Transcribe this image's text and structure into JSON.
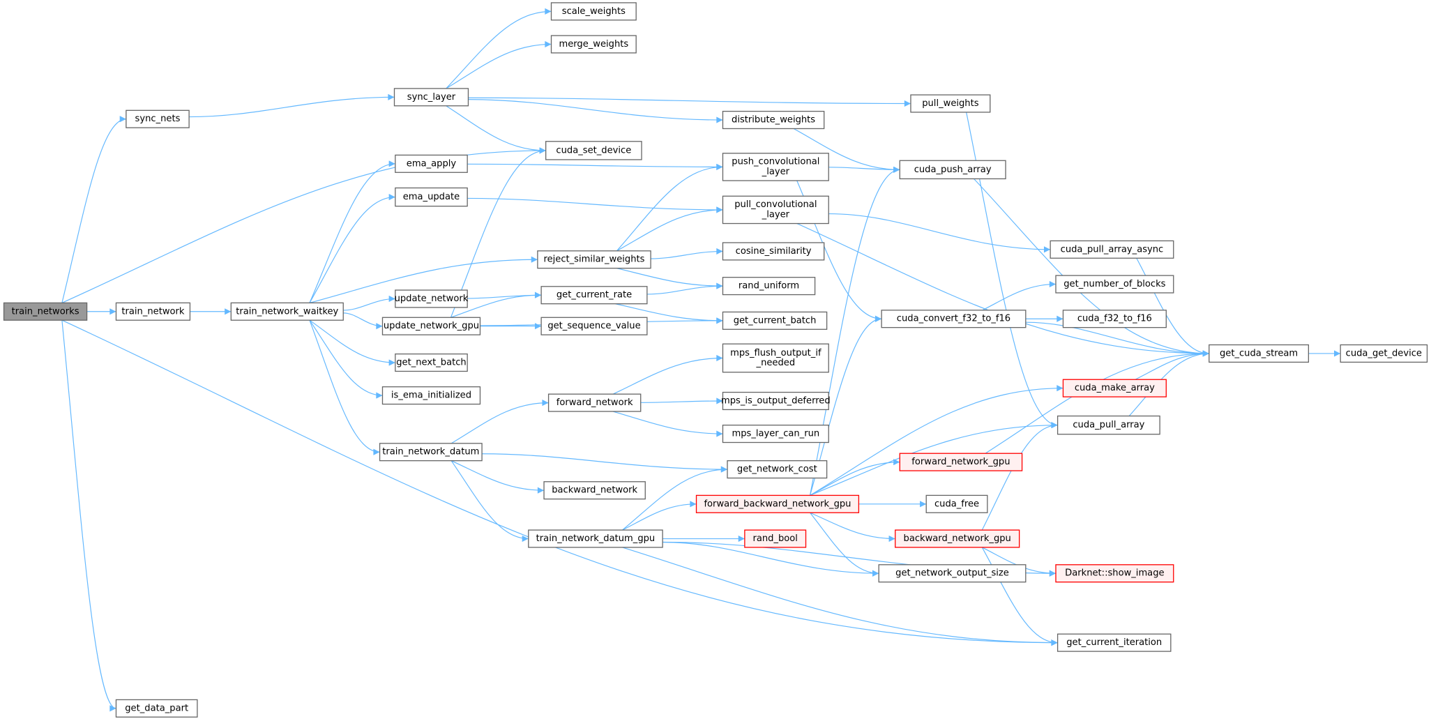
{
  "colors": {
    "edge": "#63b8ff",
    "root_fill": "#999999",
    "highlight_border": "#ff0000",
    "highlight_fill": "#fff0f0"
  },
  "nodes": [
    {
      "id": "train_networks",
      "lines": [
        "train_networks"
      ],
      "style": "root"
    },
    {
      "id": "sync_nets",
      "lines": [
        "sync_nets"
      ]
    },
    {
      "id": "train_network",
      "lines": [
        "train_network"
      ]
    },
    {
      "id": "get_data_part",
      "lines": [
        "get_data_part"
      ]
    },
    {
      "id": "train_network_waitkey",
      "lines": [
        "train_network_waitkey"
      ]
    },
    {
      "id": "sync_layer",
      "lines": [
        "sync_layer"
      ]
    },
    {
      "id": "scale_weights",
      "lines": [
        "scale_weights"
      ]
    },
    {
      "id": "merge_weights",
      "lines": [
        "merge_weights"
      ]
    },
    {
      "id": "cuda_set_device",
      "lines": [
        "cuda_set_device"
      ]
    },
    {
      "id": "ema_apply",
      "lines": [
        "ema_apply"
      ]
    },
    {
      "id": "ema_update",
      "lines": [
        "ema_update"
      ]
    },
    {
      "id": "update_network",
      "lines": [
        "update_network"
      ]
    },
    {
      "id": "update_network_gpu",
      "lines": [
        "update_network_gpu"
      ]
    },
    {
      "id": "get_next_batch",
      "lines": [
        "get_next_batch"
      ]
    },
    {
      "id": "is_ema_initialized",
      "lines": [
        "is_ema_initialized"
      ]
    },
    {
      "id": "train_network_datum",
      "lines": [
        "train_network_datum"
      ]
    },
    {
      "id": "reject_similar_weights",
      "lines": [
        "reject_similar_weights"
      ]
    },
    {
      "id": "get_current_rate",
      "lines": [
        "get_current_rate"
      ]
    },
    {
      "id": "get_sequence_value",
      "lines": [
        "get_sequence_value"
      ]
    },
    {
      "id": "forward_network",
      "lines": [
        "forward_network"
      ]
    },
    {
      "id": "backward_network",
      "lines": [
        "backward_network"
      ]
    },
    {
      "id": "train_network_datum_gpu",
      "lines": [
        "train_network_datum_gpu"
      ]
    },
    {
      "id": "distribute_weights",
      "lines": [
        "distribute_weights"
      ]
    },
    {
      "id": "push_convolutional_layer",
      "lines": [
        "push_convolutional",
        "_layer"
      ]
    },
    {
      "id": "pull_convolutional_layer",
      "lines": [
        "pull_convolutional",
        "_layer"
      ]
    },
    {
      "id": "cosine_similarity",
      "lines": [
        "cosine_similarity"
      ]
    },
    {
      "id": "rand_uniform",
      "lines": [
        "rand_uniform"
      ]
    },
    {
      "id": "get_current_batch",
      "lines": [
        "get_current_batch"
      ]
    },
    {
      "id": "mps_flush_output_if_needed",
      "lines": [
        "mps_flush_output_if",
        "_needed"
      ]
    },
    {
      "id": "mps_is_output_deferred",
      "lines": [
        "mps_is_output_deferred"
      ]
    },
    {
      "id": "mps_layer_can_run",
      "lines": [
        "mps_layer_can_run"
      ]
    },
    {
      "id": "get_network_cost",
      "lines": [
        "get_network_cost"
      ]
    },
    {
      "id": "forward_backward_network_gpu",
      "lines": [
        "forward_backward_network_gpu"
      ],
      "style": "red"
    },
    {
      "id": "rand_bool",
      "lines": [
        "rand_bool"
      ],
      "style": "red"
    },
    {
      "id": "get_network_output_size",
      "lines": [
        "get_network_output_size"
      ]
    },
    {
      "id": "pull_weights",
      "lines": [
        "pull_weights"
      ]
    },
    {
      "id": "cuda_push_array",
      "lines": [
        "cuda_push_array"
      ]
    },
    {
      "id": "cuda_convert_f32_to_f16",
      "lines": [
        "cuda_convert_f32_to_f16"
      ]
    },
    {
      "id": "forward_network_gpu",
      "lines": [
        "forward_network_gpu"
      ],
      "style": "red"
    },
    {
      "id": "cuda_free",
      "lines": [
        "cuda_free"
      ]
    },
    {
      "id": "backward_network_gpu",
      "lines": [
        "backward_network_gpu"
      ],
      "style": "red"
    },
    {
      "id": "cuda_pull_array_async",
      "lines": [
        "cuda_pull_array_async"
      ]
    },
    {
      "id": "get_number_of_blocks",
      "lines": [
        "get_number_of_blocks"
      ]
    },
    {
      "id": "cuda_f32_to_f16",
      "lines": [
        "cuda_f32_to_f16"
      ]
    },
    {
      "id": "cuda_make_array",
      "lines": [
        "cuda_make_array"
      ],
      "style": "red"
    },
    {
      "id": "cuda_pull_array",
      "lines": [
        "cuda_pull_array"
      ]
    },
    {
      "id": "darknet_show_image",
      "lines": [
        "Darknet::show_image"
      ],
      "style": "red"
    },
    {
      "id": "get_current_iteration",
      "lines": [
        "get_current_iteration"
      ]
    },
    {
      "id": "get_cuda_stream",
      "lines": [
        "get_cuda_stream"
      ]
    },
    {
      "id": "cuda_get_device",
      "lines": [
        "cuda_get_device"
      ]
    }
  ],
  "edges": [
    [
      "train_networks",
      "sync_nets"
    ],
    [
      "train_networks",
      "cuda_set_device"
    ],
    [
      "train_networks",
      "train_network"
    ],
    [
      "train_networks",
      "get_data_part"
    ],
    [
      "train_networks",
      "get_current_iteration"
    ],
    [
      "sync_nets",
      "sync_layer"
    ],
    [
      "sync_layer",
      "scale_weights"
    ],
    [
      "sync_layer",
      "merge_weights"
    ],
    [
      "sync_layer",
      "cuda_set_device"
    ],
    [
      "sync_layer",
      "distribute_weights"
    ],
    [
      "sync_layer",
      "pull_weights"
    ],
    [
      "train_network",
      "train_network_waitkey"
    ],
    [
      "train_network_waitkey",
      "ema_apply"
    ],
    [
      "train_network_waitkey",
      "ema_update"
    ],
    [
      "train_network_waitkey",
      "reject_similar_weights"
    ],
    [
      "train_network_waitkey",
      "update_network"
    ],
    [
      "train_network_waitkey",
      "update_network_gpu"
    ],
    [
      "train_network_waitkey",
      "get_next_batch"
    ],
    [
      "train_network_waitkey",
      "is_ema_initialized"
    ],
    [
      "train_network_waitkey",
      "train_network_datum"
    ],
    [
      "ema_apply",
      "push_convolutional_layer"
    ],
    [
      "ema_update",
      "pull_convolutional_layer"
    ],
    [
      "update_network",
      "get_current_rate"
    ],
    [
      "update_network_gpu",
      "cuda_set_device"
    ],
    [
      "update_network_gpu",
      "get_current_rate"
    ],
    [
      "update_network_gpu",
      "get_sequence_value"
    ],
    [
      "update_network_gpu",
      "get_current_batch"
    ],
    [
      "reject_similar_weights",
      "push_convolutional_layer"
    ],
    [
      "reject_similar_weights",
      "pull_convolutional_layer"
    ],
    [
      "reject_similar_weights",
      "cosine_similarity"
    ],
    [
      "reject_similar_weights",
      "rand_uniform"
    ],
    [
      "get_current_rate",
      "rand_uniform"
    ],
    [
      "get_current_rate",
      "get_current_batch"
    ],
    [
      "train_network_datum",
      "forward_network"
    ],
    [
      "train_network_datum",
      "get_network_cost"
    ],
    [
      "train_network_datum",
      "backward_network"
    ],
    [
      "train_network_datum",
      "train_network_datum_gpu"
    ],
    [
      "forward_network",
      "mps_flush_output_if_needed"
    ],
    [
      "forward_network",
      "mps_is_output_deferred"
    ],
    [
      "forward_network",
      "mps_layer_can_run"
    ],
    [
      "train_network_datum_gpu",
      "get_network_cost"
    ],
    [
      "train_network_datum_gpu",
      "forward_backward_network_gpu"
    ],
    [
      "train_network_datum_gpu",
      "rand_bool"
    ],
    [
      "train_network_datum_gpu",
      "get_network_output_size"
    ],
    [
      "train_network_datum_gpu",
      "darknet_show_image"
    ],
    [
      "train_network_datum_gpu",
      "get_current_iteration"
    ],
    [
      "distribute_weights",
      "cuda_push_array"
    ],
    [
      "push_convolutional_layer",
      "cuda_push_array"
    ],
    [
      "push_convolutional_layer",
      "cuda_convert_f32_to_f16"
    ],
    [
      "pull_convolutional_layer",
      "get_cuda_stream"
    ],
    [
      "pull_convolutional_layer",
      "cuda_pull_array_async"
    ],
    [
      "pull_weights",
      "cuda_pull_array"
    ],
    [
      "cuda_push_array",
      "get_cuda_stream"
    ],
    [
      "cuda_pull_array_async",
      "get_cuda_stream"
    ],
    [
      "cuda_convert_f32_to_f16",
      "get_number_of_blocks"
    ],
    [
      "cuda_convert_f32_to_f16",
      "cuda_f32_to_f16"
    ],
    [
      "cuda_convert_f32_to_f16",
      "get_cuda_stream"
    ],
    [
      "forward_backward_network_gpu",
      "cuda_push_array"
    ],
    [
      "forward_backward_network_gpu",
      "cuda_convert_f32_to_f16"
    ],
    [
      "forward_backward_network_gpu",
      "cuda_make_array"
    ],
    [
      "forward_backward_network_gpu",
      "cuda_pull_array"
    ],
    [
      "forward_backward_network_gpu",
      "forward_network_gpu"
    ],
    [
      "forward_backward_network_gpu",
      "cuda_free"
    ],
    [
      "forward_backward_network_gpu",
      "backward_network_gpu"
    ],
    [
      "forward_backward_network_gpu",
      "get_network_output_size"
    ],
    [
      "forward_network_gpu",
      "get_cuda_stream"
    ],
    [
      "backward_network_gpu",
      "cuda_pull_array"
    ],
    [
      "backward_network_gpu",
      "darknet_show_image"
    ],
    [
      "backward_network_gpu",
      "get_current_iteration"
    ],
    [
      "cuda_make_array",
      "get_cuda_stream"
    ],
    [
      "cuda_pull_array",
      "get_cuda_stream"
    ],
    [
      "get_cuda_stream",
      "cuda_get_device"
    ]
  ]
}
